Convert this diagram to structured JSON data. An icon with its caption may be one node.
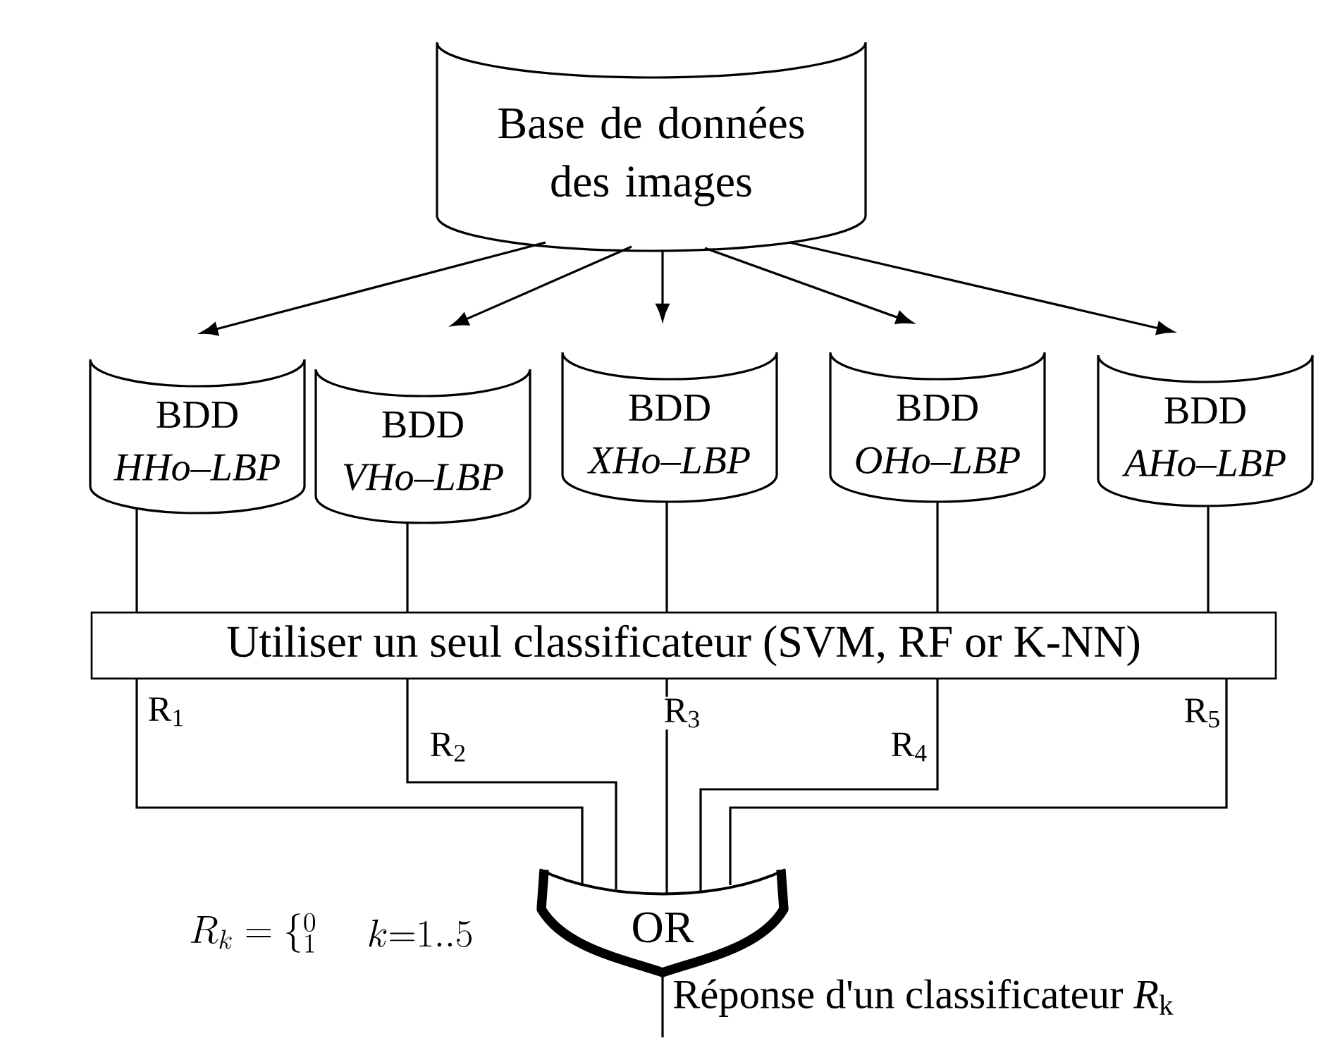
{
  "diagram": {
    "nodes": [
      {
        "text": [
          "Base de données des images"
        ]
      },
      {
        "text": [
          "BDD",
          "HHo–LBP"
        ]
      },
      {
        "text": [
          "BDD",
          "VHo–LBP"
        ]
      },
      {
        "text": [
          "BDD",
          "XHo–LBP"
        ]
      },
      {
        "text": [
          "BDD",
          "OHo–LBP"
        ]
      },
      {
        "text": [
          "BDD",
          "AHo–LBP"
        ]
      },
      {
        "text": [
          "Utiliser un seul classificateur (SVM, RF or K-NN)"
        ]
      },
      {
        "text": [
          "OR"
        ]
      }
    ],
    "edges": [
      {
        "from": 0,
        "to": 1,
        "arrow": "to"
      },
      {
        "from": 0,
        "to": 2,
        "arrow": "to"
      },
      {
        "from": 0,
        "to": 3,
        "arrow": "to"
      },
      {
        "from": 0,
        "to": 4,
        "arrow": "to"
      },
      {
        "from": 0,
        "to": 5,
        "arrow": "to"
      },
      {
        "from": 1,
        "to": 6,
        "arrow": "none"
      },
      {
        "from": 2,
        "to": 6,
        "arrow": "none"
      },
      {
        "from": 3,
        "to": 6,
        "arrow": "none"
      },
      {
        "from": 4,
        "to": 6,
        "arrow": "none"
      },
      {
        "from": 5,
        "to": 6,
        "arrow": "none"
      },
      {
        "from": 6,
        "to": 7,
        "arrow": "none",
        "label": "R$_{1}$"
      },
      {
        "from": 6,
        "to": 7,
        "arrow": "none",
        "label": "R$_{2}$"
      },
      {
        "from": 6,
        "to": 7,
        "arrow": "none",
        "label": "R$_{3}$"
      },
      {
        "from": 6,
        "to": 7,
        "arrow": "none",
        "label": "R$_{4}$"
      },
      {
        "from": 6,
        "to": 7,
        "arrow": "none",
        "label": "R$_{5}$"
      },
      {
        "from": 7,
        "to": null,
        "arrow": "none"
      }
    ],
    "labels": [
      "R_k =\\left\\{\\substack{0\\\\1}\\right.",
      "k{=}1..5",
      "Réponse d'un classificateur *R*$_{k}$"
    ]
  }
}
